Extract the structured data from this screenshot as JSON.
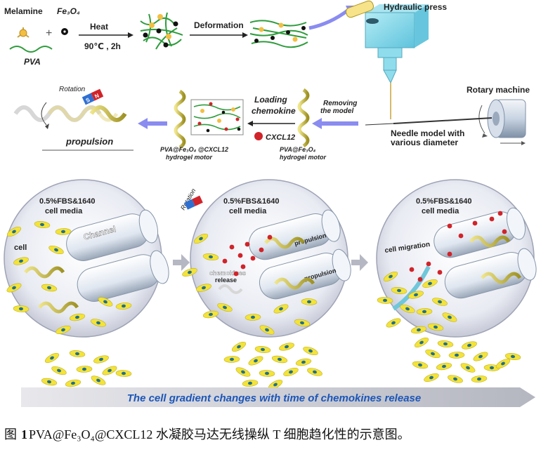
{
  "top": {
    "melamine": "Melamine",
    "fe3o4": "Fe₃O₄",
    "pva": "PVA",
    "plus": "+",
    "heat": "Heat",
    "heat_cond": "90℃ , 2h",
    "deformation": "Deformation",
    "hydraulic_press": "Hydraulic press",
    "rotary_machine": "Rotary machine",
    "needle_line1": "Needle model with",
    "needle_line2": "various diameter",
    "removing_line1": "Removing",
    "removing_line2": "the model",
    "loading_line1": "Loading",
    "loading_line2": "chemokine",
    "cxcl12": "CXCL12",
    "motor1_line1": "PVA@Fe₃O₄",
    "motor1_line2": "hydrogel motor",
    "motor2_line1": "PVA@Fe₃O₄ @CXCL12",
    "motor2_line2": "hydrogel motor",
    "rotation": "Rotation",
    "propulsion": "propulsion",
    "magnet_s": "S",
    "magnet_n": "N"
  },
  "panels": [
    {
      "media_line1": "0.5%FBS&1640",
      "media_line2": "cell media",
      "cell": "cell",
      "channel": "Channel"
    },
    {
      "media_line1": "0.5%FBS&1640",
      "media_line2": "cell media",
      "chemokines_line1": "chemokines",
      "chemokines_line2": "release",
      "propulsion_a": "propulsion",
      "propulsion_b": "propulsion",
      "rotation": "Rotation"
    },
    {
      "media_line1": "0.5%FBS&1640",
      "media_line2": "cell media",
      "cell_migration": "cell migration"
    }
  ],
  "gradient_text": "The cell gradient changes with time of chemokines release",
  "caption": {
    "fig": "图",
    "num": "1",
    "text": "PVA@Fe₃O₄@CXCL12 水凝胶马达无线操纵 T 细胞趋化性的示意图。"
  },
  "colors": {
    "cell": "#f3e33a",
    "nucleus": "#1f6f8f",
    "motor": "#c9bc3a",
    "arrow_blue": "#8a8cf0",
    "caption_blue": "#1c56b8",
    "press": "#7fd6e8",
    "chemokine": "#d0242a"
  }
}
